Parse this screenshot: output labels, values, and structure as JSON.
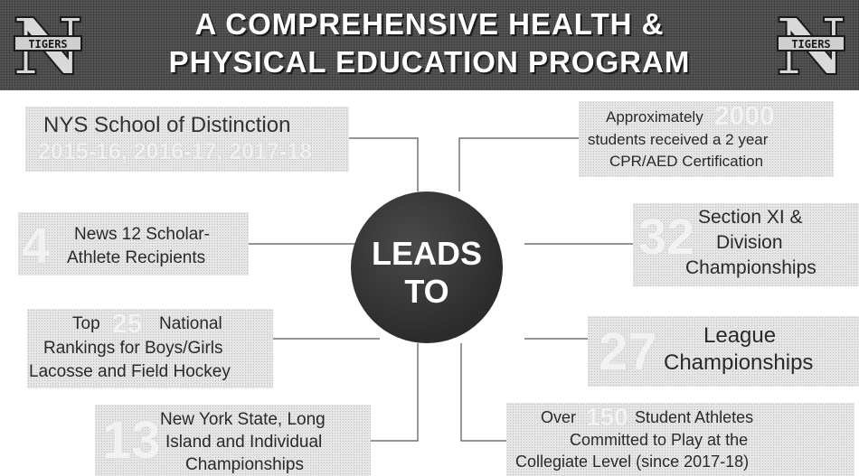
{
  "header": {
    "title_line1": "A COMPREHENSIVE HEALTH &",
    "title_line2": "PHYSICAL EDUCATION PROGRAM",
    "logo_text": "TIGERS",
    "logo_letter": "N"
  },
  "center": {
    "label": "LEADS TO"
  },
  "items": {
    "distinction": {
      "line1": "NYS School of Distinction",
      "years": "2015-16, 2016-17, 2017-18"
    },
    "scholar": {
      "number": "4",
      "line1": "News 12 Scholar-",
      "line2": "Athlete Recipients"
    },
    "rankings": {
      "prefix": "Top",
      "number": "25",
      "suffix": "National",
      "line2": "Rankings for Boys/Girls",
      "line3": "Lacosse and Field Hockey"
    },
    "nys": {
      "number": "13",
      "line1": "New York State, Long",
      "line2": "Island and Individual",
      "line3": "Championships"
    },
    "cpr": {
      "prefix": "Approximately",
      "number": "2000",
      "line2": "students received a 2 year",
      "line3": "CPR/AED Certification"
    },
    "section": {
      "number": "32",
      "line1": "Section XI &",
      "line2": "Division",
      "line3": "Championships"
    },
    "league": {
      "number": "27",
      "line1": "League",
      "line2": "Championships"
    },
    "committed": {
      "prefix": "Over",
      "number": "150",
      "suffix": "Student Athletes",
      "line2": "Committed to Play at the",
      "line3": "Collegiate Level (since 2017-18)"
    }
  },
  "colors": {
    "header_bg": "#555555",
    "circle": "#333333",
    "box_stipple": "#e6e6e6",
    "text": "#2a2a2a"
  }
}
